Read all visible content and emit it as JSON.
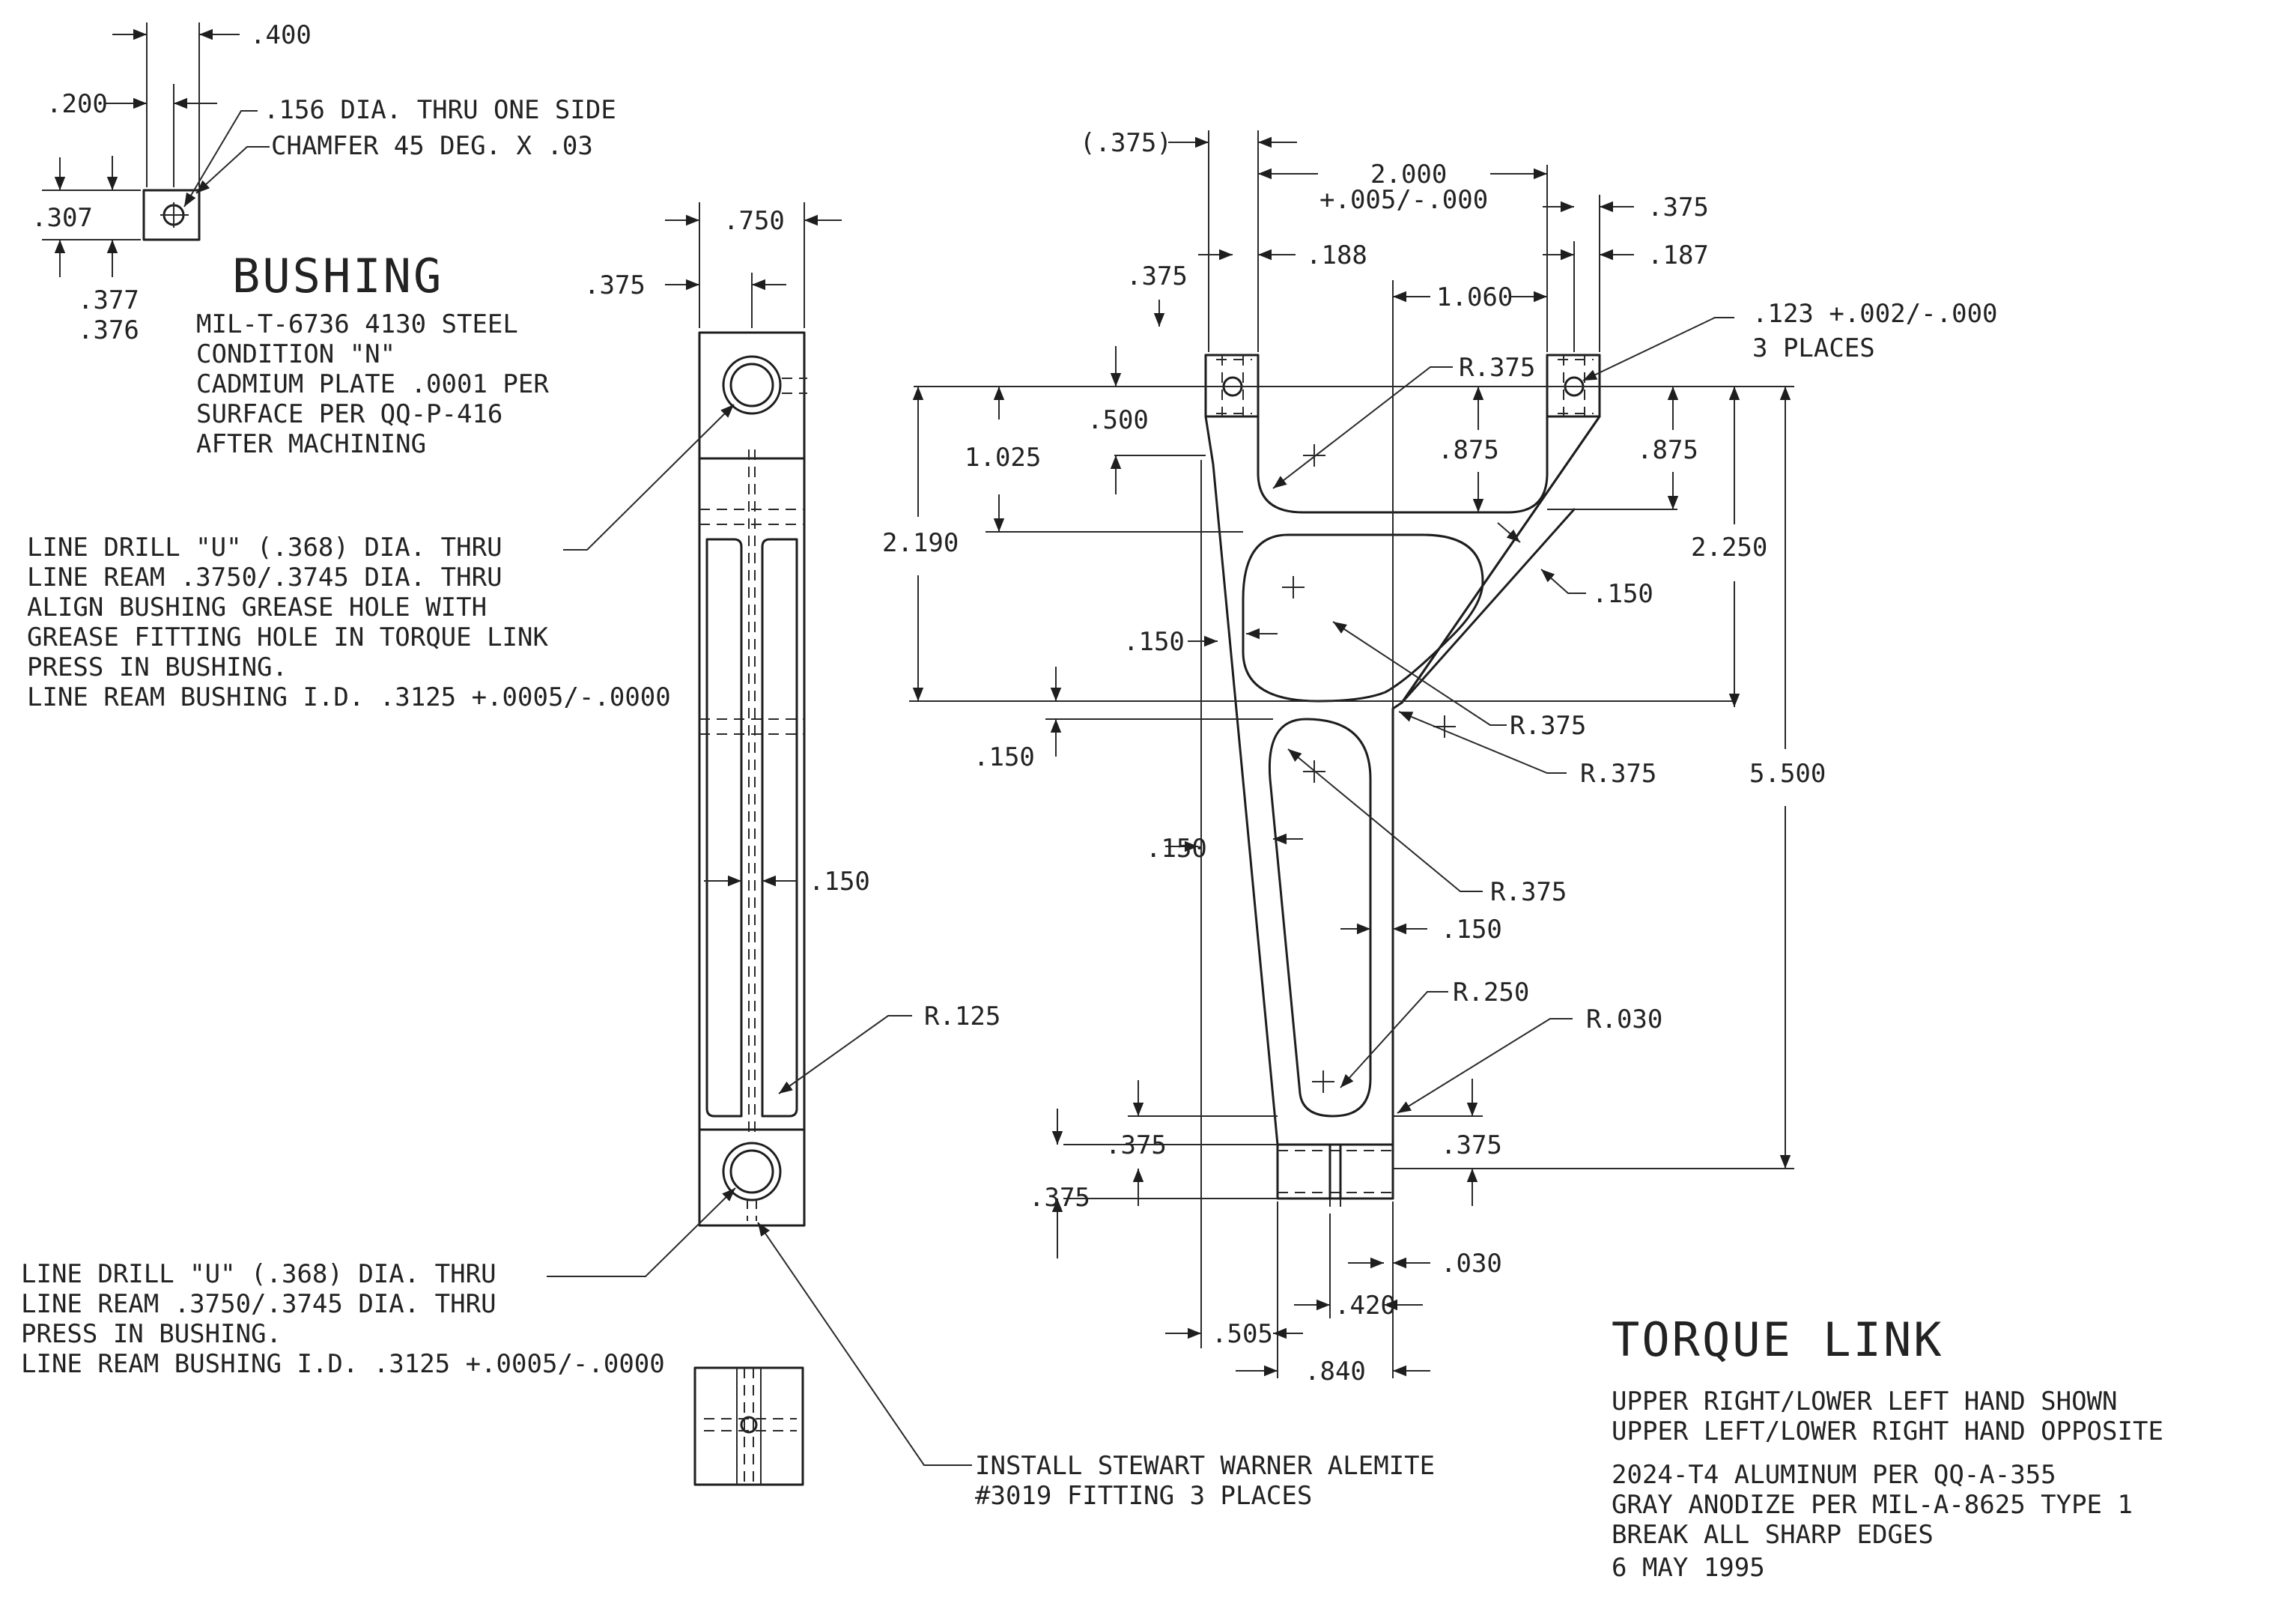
{
  "bushing": {
    "dims": {
      "d400": ".400",
      "d200": ".200",
      "d307": ".307",
      "d377": ".377",
      "d376": ".376"
    },
    "hole_note": ".156 DIA. THRU ONE SIDE",
    "chamfer_note": "CHAMFER 45 DEG. X .03",
    "title": "BUSHING",
    "spec": [
      "MIL-T-6736 4130 STEEL",
      "CONDITION \"N\"",
      "CADMIUM PLATE .0001 PER",
      "SURFACE PER QQ-P-416",
      "AFTER MACHINING"
    ]
  },
  "side_view": {
    "dims": {
      "d750": ".750",
      "d375": ".375",
      "d150": ".150",
      "r125": "R.125"
    },
    "top_note": [
      "LINE DRILL \"U\" (.368) DIA. THRU",
      "LINE REAM .3750/.3745 DIA. THRU",
      "ALIGN BUSHING GREASE HOLE WITH",
      "GREASE FITTING HOLE IN TORQUE LINK",
      "PRESS IN BUSHING.",
      "LINE REAM BUSHING I.D. .3125 +.0005/-.0000"
    ],
    "bottom_note": [
      "LINE DRILL \"U\" (.368) DIA. THRU",
      "LINE REAM .3750/.3745 DIA. THRU",
      "PRESS IN BUSHING.",
      "LINE REAM BUSHING I.D. .3125 +.0005/-.0000"
    ],
    "fitting_note": [
      "INSTALL STEWART WARNER ALEMITE",
      "#3019 FITTING 3 PLACES"
    ]
  },
  "main_view": {
    "dims": {
      "d375_ref": "(.375)",
      "d2000": "2.000",
      "d2000_tol": "+.005/-.000",
      "d375_tr": ".375",
      "d187": ".187",
      "d375_tl": ".375",
      "d188": ".188",
      "d1060": "1.060",
      "hole_dia": ".123 +.002/-.000",
      "hole_places": "3 PLACES",
      "r375_a": "R.375",
      "d500": ".500",
      "d1025": "1.025",
      "d875_l": ".875",
      "d875_r": ".875",
      "d2190": "2.190",
      "d2250": "2.250",
      "d150_a": ".150",
      "d150_b": ".150",
      "d150_c": ".150",
      "r375_b": "R.375",
      "r375_c": "R.375",
      "d5500": "5.500",
      "d150_d": ".150",
      "r375_d": "R.375",
      "d150_e": ".150",
      "r250": "R.250",
      "r030": "R.030",
      "d375_bl": ".375",
      "d375_br": ".375",
      "d375_bll": ".375",
      "d030": ".030",
      "d420": ".420",
      "d505": ".505",
      "d840": ".840"
    }
  },
  "title_block": {
    "title": "TORQUE LINK",
    "lines": [
      "UPPER RIGHT/LOWER LEFT HAND SHOWN",
      "UPPER LEFT/LOWER RIGHT HAND OPPOSITE"
    ],
    "material": [
      "2024-T4 ALUMINUM PER QQ-A-355",
      "GRAY ANODIZE PER MIL-A-8625 TYPE 1",
      "BREAK ALL SHARP EDGES"
    ],
    "date": "6 MAY 1995"
  }
}
